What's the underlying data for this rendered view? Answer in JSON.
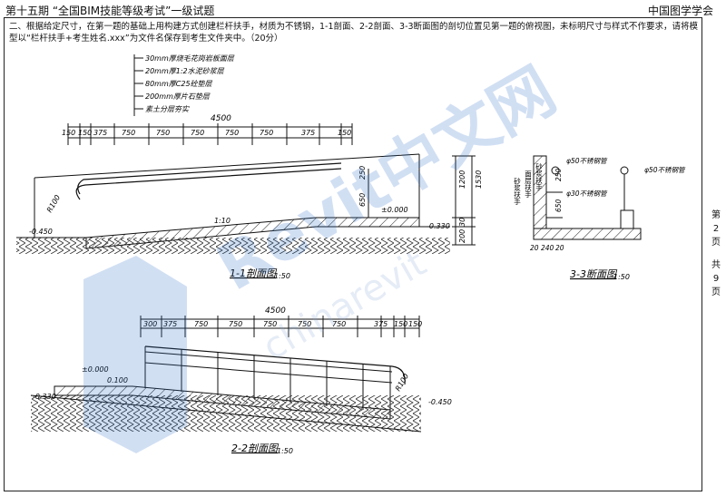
{
  "header": {
    "left": "第十五期 “全国BIM技能等级考试”一级试题",
    "right": "中国图学学会"
  },
  "question": {
    "text": "二、根据给定尺寸，在第一题的基础上用构建方式创建栏杆扶手，材质为不锈钢，1-1剖面、2-2剖面、3-3断面图的剖切位置见第一题的俯视图，未标明尺寸与样式不作要求，请将模型以“栏杆扶手+考生姓名.xxx”为文件名保存到考生文件夹中。（20分）"
  },
  "page_info": {
    "chars": [
      "第",
      "2",
      "页",
      "",
      "共",
      "9",
      "页"
    ]
  },
  "layers": [
    "30mm厚烧毛花岗岩板面层",
    "20mm厚1:2水泥砂浆层",
    "80mm厚C25砼垫层",
    "200mm厚片石垫层",
    "素土分层夯实"
  ],
  "section11": {
    "total": "4500",
    "dims": [
      "150",
      "150",
      "375",
      "750",
      "750",
      "750",
      "750",
      "750",
      "375",
      "150"
    ],
    "radius": "R100",
    "slope": "1:10",
    "elev_low": "-0.450",
    "elev_mid": "-0.330",
    "elev_top": "±0.000",
    "vdims": [
      "1200",
      "1530",
      "30",
      "200"
    ],
    "v250": "250",
    "v650": "650",
    "title": "1-1剖面图",
    "scale": "1:50"
  },
  "section33": {
    "labels": [
      "φ50不锈钢管",
      "φ50不锈钢管",
      "φ30不锈钢管"
    ],
    "left_text": [
      "砂浆扶手",
      "面层扶手",
      "砂浆扶手"
    ],
    "vdims": [
      "250",
      "650"
    ],
    "hdims": [
      "20",
      "240",
      "20"
    ],
    "title": "3-3断面图",
    "scale": "1:50"
  },
  "section22": {
    "total": "4500",
    "dims": [
      "300",
      "375",
      "750",
      "750",
      "750",
      "750",
      "750",
      "375",
      "150",
      "150"
    ],
    "radius": "R100",
    "elev_top": "±0.000",
    "elev_low": "-0.450",
    "elev_mid": "-0.330",
    "v100": "0.100",
    "title": "2-2剖面图",
    "scale": "1:50"
  },
  "watermark": {
    "brand": "Revit中文网",
    "site": "chinarevit"
  }
}
